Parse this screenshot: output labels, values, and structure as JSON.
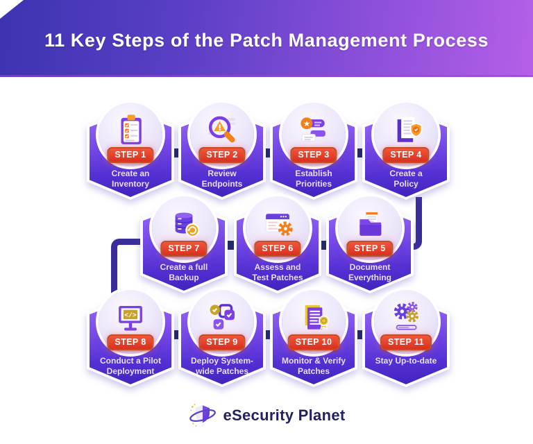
{
  "header": {
    "title": "11 Key Steps of the Patch Management Process"
  },
  "steps": [
    {
      "step_label": "STEP 1",
      "title": "Create an\nInventory",
      "icon": "clipboard-checklist-icon"
    },
    {
      "step_label": "STEP 2",
      "title": "Review\nEndpoints",
      "icon": "magnifier-warning-icon"
    },
    {
      "step_label": "STEP 3",
      "title": "Establish\nPriorities",
      "icon": "priority-list-star-icon"
    },
    {
      "step_label": "STEP 4",
      "title": "Create a\nPolicy",
      "icon": "policy-document-shield-icon"
    },
    {
      "step_label": "STEP 5",
      "title": "Document\nEverything",
      "icon": "folder-document-icon"
    },
    {
      "step_label": "STEP 6",
      "title": "Assess and\nTest Patches",
      "icon": "window-gear-icon"
    },
    {
      "step_label": "STEP 7",
      "title": "Create a full\nBackup",
      "icon": "database-restore-icon"
    },
    {
      "step_label": "STEP 8",
      "title": "Conduct a Pilot\nDeployment",
      "icon": "monitor-code-icon"
    },
    {
      "step_label": "STEP 9",
      "title": "Deploy System-\nwide Patches",
      "icon": "patches-check-icon"
    },
    {
      "step_label": "STEP 10",
      "title": "Monitor & Verify\nPatches",
      "icon": "report-ribbon-icon"
    },
    {
      "step_label": "STEP 11",
      "title": "Stay Up-to-date",
      "icon": "gears-progress-icon"
    }
  ],
  "footer": {
    "brand": "eSecurity Planet"
  },
  "colors": {
    "header_gradient_left": "#3c34b0",
    "header_gradient_right": "#b55fe8",
    "card_purple_top": "#9a6cf6",
    "card_purple_bottom": "#4023bd",
    "step_button_red": "#d9301f",
    "step_button_border": "#bd5128",
    "connector_navy": "#1d2562",
    "connector_purple": "#3a2d99",
    "label_text": "#e6def9",
    "brand_text": "#232261",
    "accent_orange": "#f08019"
  }
}
